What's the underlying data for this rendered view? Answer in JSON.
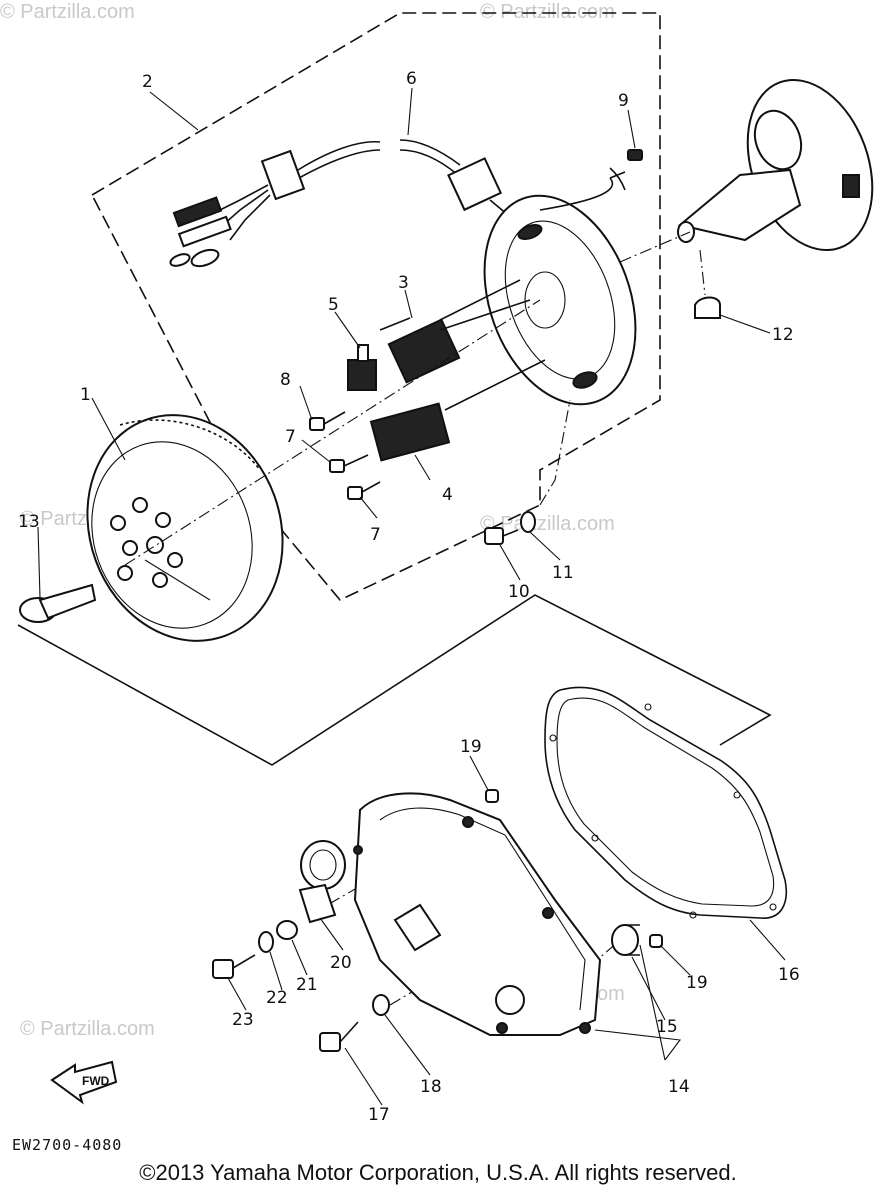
{
  "watermark": "© Partzilla.com",
  "fwd_label": "FWD",
  "drawing_code": "EW2700-4080",
  "copyright": "©2013  Yamaha Motor Corporation, U.S.A. All rights reserved.",
  "callouts": {
    "c1": "1",
    "c2": "2",
    "c3": "3",
    "c4": "4",
    "c5": "5",
    "c6": "6",
    "c7a": "7",
    "c7b": "7",
    "c8": "8",
    "c9": "9",
    "c10": "10",
    "c11": "11",
    "c12": "12",
    "c13": "13",
    "c14": "14",
    "c15": "15",
    "c16": "16",
    "c17": "17",
    "c18": "18",
    "c19a": "19",
    "c19b": "19",
    "c20": "20",
    "c21": "21",
    "c22": "22",
    "c23": "23"
  }
}
